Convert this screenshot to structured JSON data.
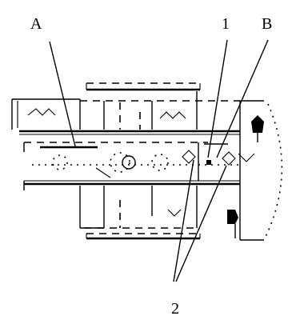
{
  "labels": {
    "A": "A",
    "one": "1",
    "B": "B",
    "two": "2"
  }
}
